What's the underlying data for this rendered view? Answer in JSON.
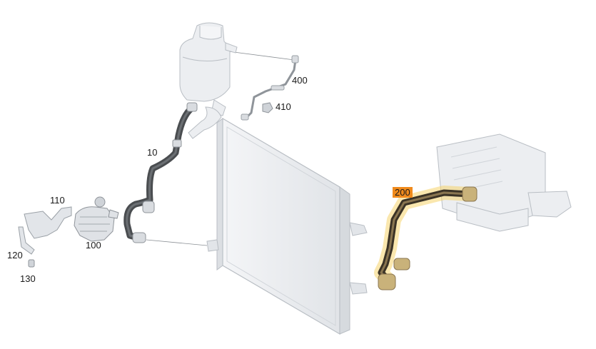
{
  "diagram": {
    "highlighted_part": "200",
    "colors": {
      "part_fill": "#e9ecef",
      "part_stroke": "#b9bec4",
      "hose_dark": "#4a4d50",
      "hose_highlight_glow": "#f5d36b",
      "hose_highlight": "#3b3326",
      "label_highlight_bg": "#f08a1c"
    },
    "callouts": [
      {
        "id": "c10",
        "label": "10"
      },
      {
        "id": "c100",
        "label": "100"
      },
      {
        "id": "c110",
        "label": "110"
      },
      {
        "id": "c120",
        "label": "120"
      },
      {
        "id": "c130",
        "label": "130"
      },
      {
        "id": "c200",
        "label": "200"
      },
      {
        "id": "c400",
        "label": "400"
      },
      {
        "id": "c410",
        "label": "410"
      }
    ]
  }
}
